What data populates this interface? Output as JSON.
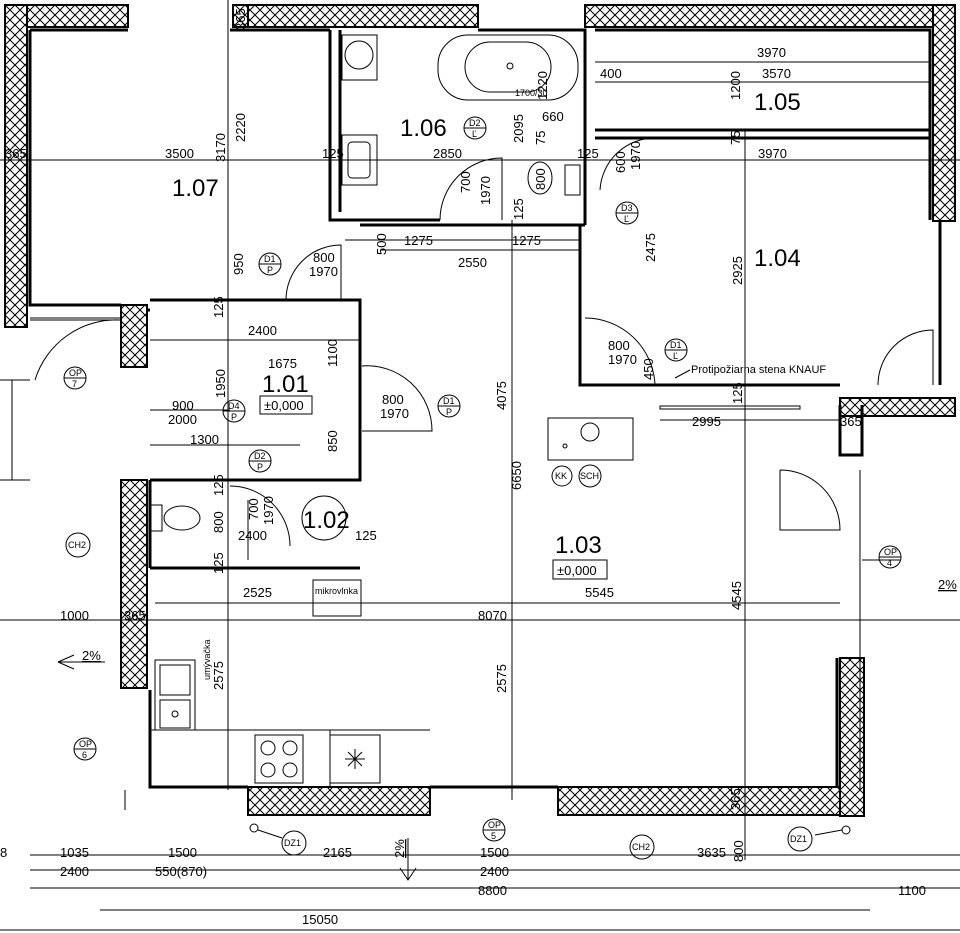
{
  "rooms": [
    {
      "id": "1.01",
      "level": "±0,000"
    },
    {
      "id": "1.02"
    },
    {
      "id": "1.03",
      "level": "±0,000"
    },
    {
      "id": "1.04"
    },
    {
      "id": "1.05"
    },
    {
      "id": "1.06"
    },
    {
      "id": "1.07"
    }
  ],
  "dims": {
    "d3970a": "3970",
    "d400": "400",
    "d3570": "3570",
    "d1200": "1200",
    "d3970b": "3970",
    "d75a": "75",
    "d365a": "365",
    "d365b": "365",
    "d3500": "3500",
    "d3170": "3170",
    "d2220": "2220",
    "d125a": "125",
    "d2850": "2850",
    "d1220": "1220",
    "d1700": "1700",
    "d2095": "2095",
    "d660": "660",
    "d75b": "75",
    "d125b": "125",
    "d600": "600",
    "d1970a": "1970",
    "d700a": "700",
    "d1970b": "1970",
    "d800a": "800",
    "d2475": "2475",
    "d2925": "2925",
    "d950": "950",
    "d800b": "800",
    "d1970c": "1970",
    "d500": "500",
    "d1275a": "1275",
    "d1275b": "1275",
    "d2550": "2550",
    "d125c": "125",
    "d125d": "125",
    "d2400a": "2400",
    "d1675": "1675",
    "d1100": "1100",
    "d1950": "1950",
    "d900": "900",
    "d2000": "2000",
    "d1300": "1300",
    "d800c": "800",
    "d1970d": "1970",
    "d850": "850",
    "d4075": "4075",
    "d6650": "6650",
    "d800d": "800",
    "d1970e": "1970",
    "d450": "450",
    "d125e": "125",
    "d2995": "2995",
    "d365c": "365",
    "d125f": "125",
    "d700b": "700",
    "d1970f": "1970",
    "d800e": "800",
    "d2400b": "2400",
    "d125g": "125",
    "d125h": "125",
    "d2525": "2525",
    "d5545": "5545",
    "d4545": "4545",
    "d1000": "1000",
    "d365d": "365",
    "d8070": "8070",
    "d2575a": "2575",
    "d2575b": "2575",
    "d365e": "365",
    "d1035": "1035",
    "d1500a": "1500",
    "d2165": "2165",
    "d1500b": "1500",
    "d3635": "3635",
    "d800f": "800",
    "d2400c": "2400",
    "d550": "550(870)",
    "d2400d": "2400",
    "d8800": "8800",
    "d1100b": "1100",
    "d15050": "15050",
    "d8": "8"
  },
  "tags": {
    "d1p_a": {
      "top": "D1",
      "bot": "P"
    },
    "d1p_b": {
      "top": "D1",
      "bot": "P"
    },
    "d2l_a": {
      "top": "D2",
      "bot": "Ľ"
    },
    "d3l": {
      "top": "D3",
      "bot": "Ľ"
    },
    "d1l": {
      "top": "D1",
      "bot": "Ľ"
    },
    "d4p": {
      "top": "D4",
      "bot": "P"
    },
    "d2p": {
      "top": "D2",
      "bot": "P"
    },
    "op7": {
      "top": "OP",
      "bot": "7"
    },
    "op6": {
      "top": "OP",
      "bot": "6"
    },
    "op4": {
      "top": "OP",
      "bot": "4"
    },
    "op5": {
      "top": "OP",
      "bot": "5"
    }
  },
  "circles": {
    "kk": "KK",
    "sch": "SCH",
    "ch2a": "CH2",
    "ch2b": "CH2",
    "dz1a": "DZ1",
    "dz1b": "DZ1"
  },
  "notes": {
    "knauf": "Protipožiarna stena KNAUF",
    "mikrovlnka": "mikrovlnka",
    "umyvacka": "umývačka",
    "slope_a": "2%",
    "slope_b": "2%",
    "slope_c": "2%",
    "d1700_30": "1700/30"
  }
}
